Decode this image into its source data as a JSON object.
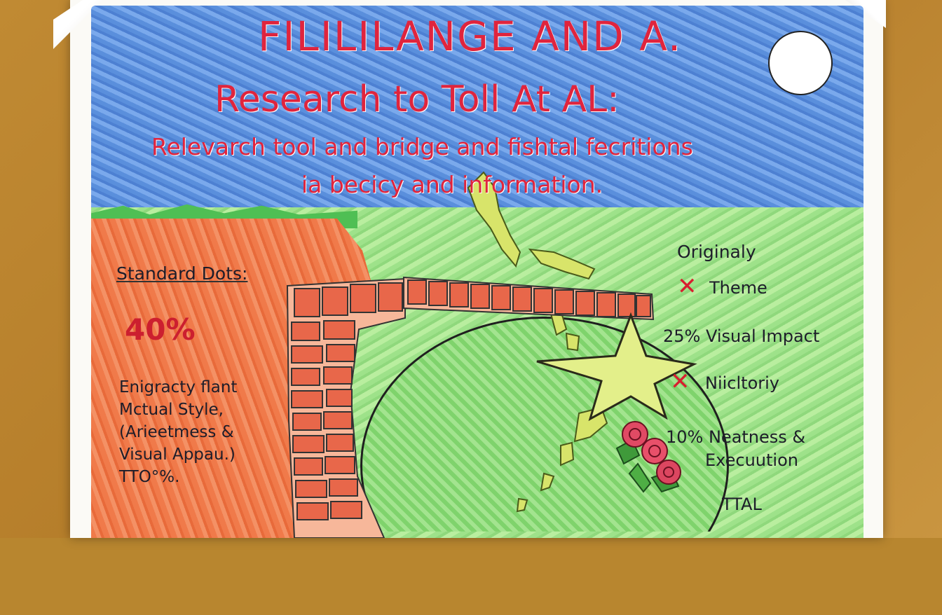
{
  "poster": {
    "title_line1": "FILILILANGE AND A.",
    "title_line2": "Research to Toll At AL:",
    "subtitle_line1": "Relevarch tool and bridge and fishtal fecritions",
    "subtitle_line2": "ia becicy and information.",
    "left_panel": {
      "heading": "Standard Dots:",
      "percent": "40%",
      "lines": [
        "Enigracty flant",
        "Mctual Style,",
        "(Arieetmess &",
        "Visual Appau.)",
        "TTO°%."
      ]
    },
    "right_panel": {
      "heading": "Originaly",
      "item_theme": "Theme",
      "item_visual": "25% Visual Impact",
      "item_niic": "Niicltoriy",
      "item_neat_line1": "10% Neatness &",
      "item_neat_line2": "Execuution",
      "total": "TTAL"
    }
  },
  "icons": [
    "sun-icon",
    "star-icon",
    "roses-icon",
    "cross-mark-icon",
    "bridge-icon"
  ],
  "colors": {
    "title_red": "#e0243d",
    "sky_blue": "#5a8fdc",
    "grass_green": "#9ee28a",
    "orange_panel": "#f07a4a",
    "star_yellow": "#e3ef8a",
    "brick": "#e8674a",
    "board_brown": "#b8862f"
  }
}
